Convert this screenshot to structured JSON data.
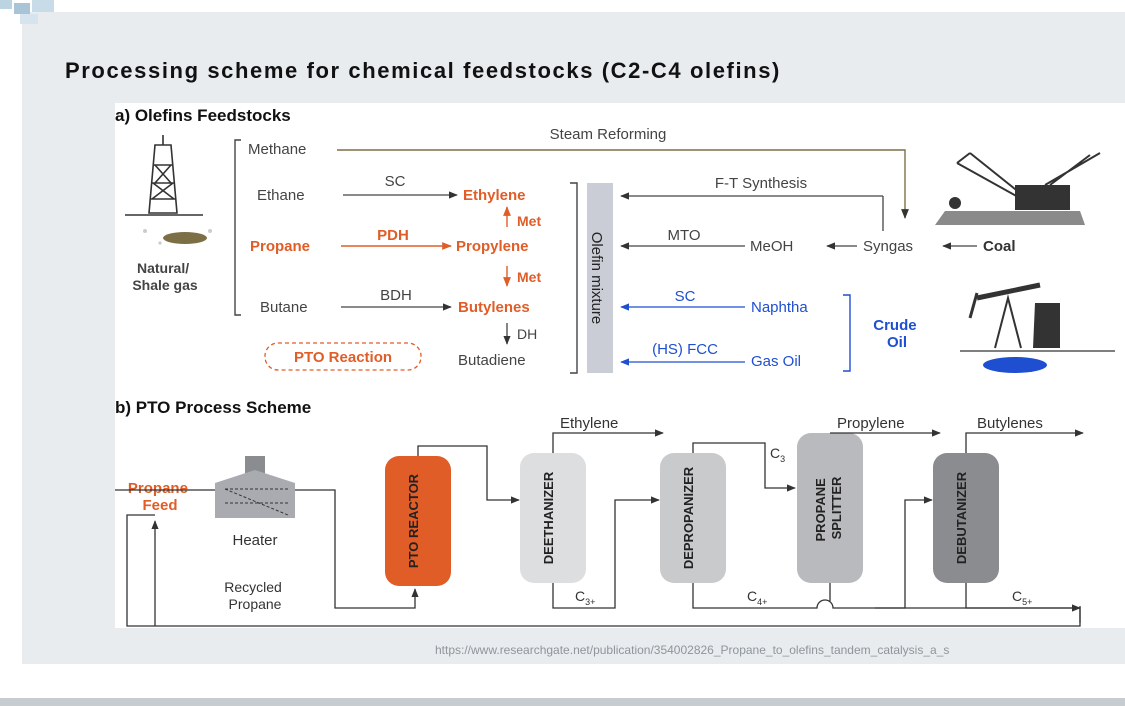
{
  "title": "Processing scheme for chemical feedstocks (C2-C4 olefins)",
  "source_url": "https://www.researchgate.net/publication/354002826_Propane_to_olefins_tandem_catalysis_a_s",
  "colors": {
    "orange": "#e05d28",
    "blue": "#1f4fd1",
    "gray_text": "#444444"
  },
  "panel_a": {
    "heading": "a) Olefins Feedstocks",
    "source_natural": [
      "Natural/",
      "Shale gas"
    ],
    "feeds": {
      "methane": "Methane",
      "ethane": "Ethane",
      "propane": "Propane",
      "butane": "Butane"
    },
    "processes": {
      "steam_reforming": "Steam Reforming",
      "sc": "SC",
      "pdh": "PDH",
      "bdh": "BDH",
      "met1": "Met",
      "met2": "Met",
      "dh": "DH",
      "ft": "F-T Synthesis",
      "mto": "MTO",
      "sc_naphtha": "SC",
      "hs_fcc": "(HS) FCC"
    },
    "products": {
      "ethylene": "Ethylene",
      "propylene": "Propylene",
      "butylenes": "Butylenes",
      "butadiene": "Butadiene"
    },
    "olefin_mixture": "Olefin mixture",
    "pto_reaction": "PTO Reaction",
    "intermediates": {
      "meoh": "MeOH",
      "syngas": "Syngas",
      "coal": "Coal",
      "naphtha": "Naphtha",
      "gas_oil": "Gas Oil"
    },
    "crude_oil": [
      "Crude",
      "Oil"
    ]
  },
  "panel_b": {
    "heading": "b) PTO Process Scheme",
    "propane_feed": [
      "Propane",
      "Feed"
    ],
    "heater": "Heater",
    "recycled": [
      "Recycled",
      "Propane"
    ],
    "units": {
      "reactor": "PTO REACTOR",
      "deethanizer": "DEETHANIZER",
      "depropanizer": "DEPROPANIZER",
      "splitter": [
        "PROPANE",
        "SPLITTER"
      ],
      "debutanizer": "DEBUTANIZER"
    },
    "streams": {
      "ethylene": "Ethylene",
      "propylene": "Propylene",
      "butylenes": "Butylenes",
      "c3": "C",
      "c3_sub": "3",
      "c3plus": "C",
      "c3plus_sub": "3+",
      "c4plus": "C",
      "c4plus_sub": "4+",
      "c5plus": "C",
      "c5plus_sub": "5+"
    }
  }
}
